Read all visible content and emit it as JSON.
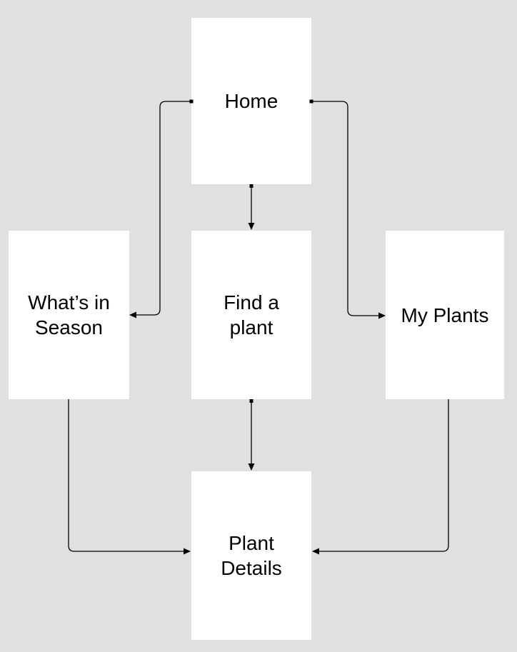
{
  "diagram": {
    "type": "flowchart",
    "background_color": "#e0e0e0",
    "node_fill_color": "#ffffff",
    "edge_color": "#000000",
    "text_color": "#000000",
    "nodes": [
      {
        "id": "home",
        "label": "Home"
      },
      {
        "id": "whats-in-season",
        "label": "What’s in\nSeason"
      },
      {
        "id": "find-a-plant",
        "label": "Find a\nplant"
      },
      {
        "id": "my-plants",
        "label": "My Plants"
      },
      {
        "id": "plant-details",
        "label": "Plant\nDetails"
      }
    ],
    "edges": [
      {
        "from": "home",
        "to": "whats-in-season"
      },
      {
        "from": "home",
        "to": "find-a-plant"
      },
      {
        "from": "home",
        "to": "my-plants"
      },
      {
        "from": "whats-in-season",
        "to": "plant-details"
      },
      {
        "from": "find-a-plant",
        "to": "plant-details"
      },
      {
        "from": "my-plants",
        "to": "plant-details"
      }
    ]
  }
}
